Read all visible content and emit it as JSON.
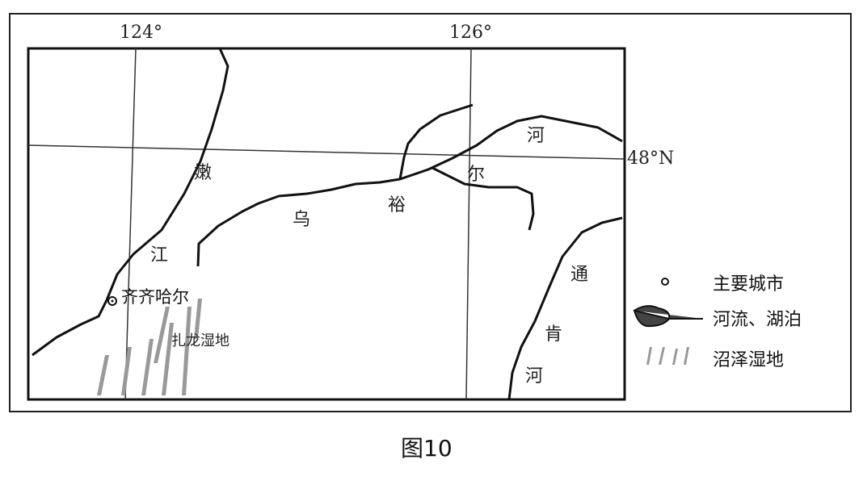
{
  "map": {
    "graticule": {
      "lon_labels": [
        "124°",
        "126°"
      ],
      "lat_label": "48°N"
    },
    "rivers": {
      "nenjiang": [
        "嫩",
        "江"
      ],
      "wuyuer": [
        "乌",
        "裕",
        "尔",
        "河"
      ],
      "tongken": [
        "通",
        "肯",
        "河"
      ]
    },
    "city": "齐齐哈尔",
    "wetland": "扎龙湿地"
  },
  "legend": {
    "city": "主要城市",
    "river_lake": "河流、湖泊",
    "marsh": "沼泽湿地"
  },
  "caption": "图10"
}
